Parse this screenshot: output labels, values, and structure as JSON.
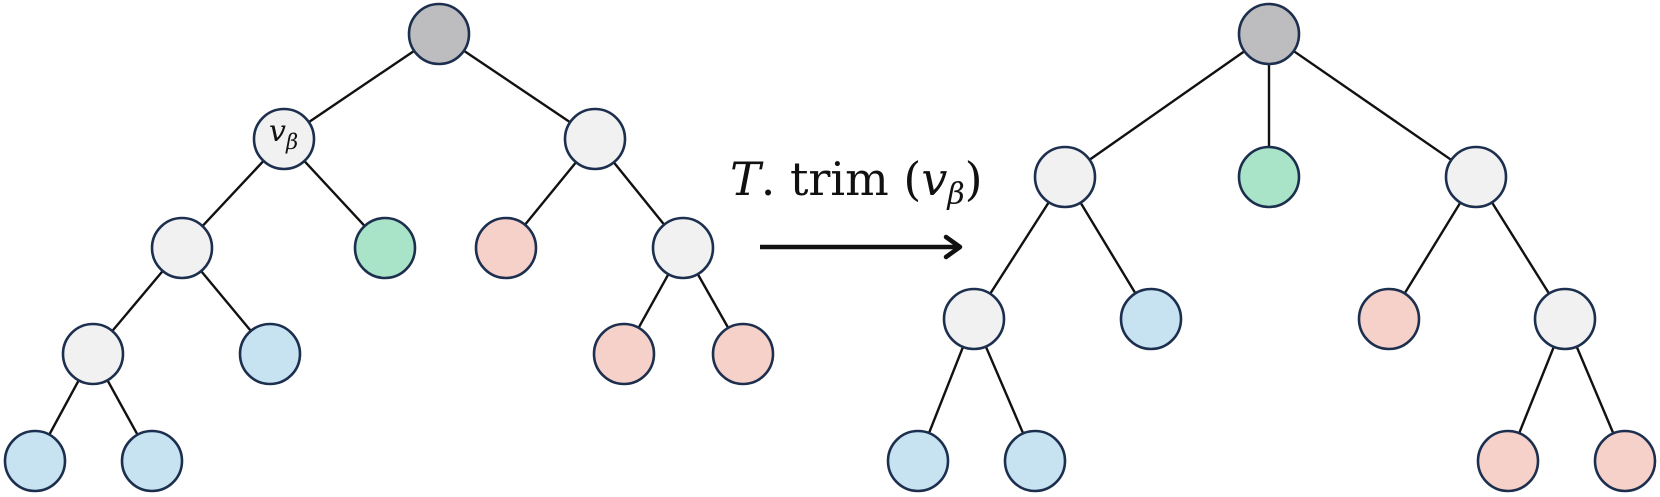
{
  "colors": {
    "root": "#bdbdbf",
    "internal": "#f1f1f1",
    "leaf_blue": "#c7e3f2",
    "leaf_green": "#a9e4c8",
    "leaf_red": "#f5d1ca"
  },
  "before_tree": {
    "node_label": {
      "main": "v",
      "sub": "β"
    },
    "nodes": [
      {
        "id": "root",
        "kind": "root"
      },
      {
        "id": "vb",
        "kind": "internal",
        "labeled": true
      },
      {
        "id": "r",
        "kind": "internal"
      },
      {
        "id": "a",
        "kind": "internal"
      },
      {
        "id": "g1",
        "kind": "leaf_green"
      },
      {
        "id": "rl",
        "kind": "leaf_red"
      },
      {
        "id": "rr",
        "kind": "internal"
      },
      {
        "id": "a1",
        "kind": "internal"
      },
      {
        "id": "b1",
        "kind": "leaf_blue"
      },
      {
        "id": "rr1",
        "kind": "leaf_red"
      },
      {
        "id": "rr2",
        "kind": "leaf_red"
      },
      {
        "id": "b2",
        "kind": "leaf_blue"
      },
      {
        "id": "b3",
        "kind": "leaf_blue"
      }
    ],
    "edges": [
      [
        "root",
        "vb"
      ],
      [
        "root",
        "r"
      ],
      [
        "vb",
        "a"
      ],
      [
        "vb",
        "g1"
      ],
      [
        "r",
        "rl"
      ],
      [
        "r",
        "rr"
      ],
      [
        "a",
        "a1"
      ],
      [
        "a",
        "b1"
      ],
      [
        "rr",
        "rr1"
      ],
      [
        "rr",
        "rr2"
      ],
      [
        "a1",
        "b2"
      ],
      [
        "a1",
        "b3"
      ]
    ]
  },
  "operation": {
    "object": "T",
    "separator": ". ",
    "method": "trim",
    "open_paren": " (",
    "arg_main": "v",
    "arg_sub": "β",
    "close_paren": ")"
  },
  "after_tree": {
    "nodes": [
      {
        "id": "root",
        "kind": "root"
      },
      {
        "id": "a",
        "kind": "internal"
      },
      {
        "id": "g1",
        "kind": "leaf_green"
      },
      {
        "id": "r",
        "kind": "internal"
      },
      {
        "id": "a1",
        "kind": "internal"
      },
      {
        "id": "b1",
        "kind": "leaf_blue"
      },
      {
        "id": "rl",
        "kind": "leaf_red"
      },
      {
        "id": "rr",
        "kind": "internal"
      },
      {
        "id": "b2",
        "kind": "leaf_blue"
      },
      {
        "id": "b3",
        "kind": "leaf_blue"
      },
      {
        "id": "rr1",
        "kind": "leaf_red"
      },
      {
        "id": "rr2",
        "kind": "leaf_red"
      }
    ],
    "edges": [
      [
        "root",
        "a"
      ],
      [
        "root",
        "g1"
      ],
      [
        "root",
        "r"
      ],
      [
        "a",
        "a1"
      ],
      [
        "a",
        "b1"
      ],
      [
        "r",
        "rl"
      ],
      [
        "r",
        "rr"
      ],
      [
        "a1",
        "b2"
      ],
      [
        "a1",
        "b3"
      ],
      [
        "rr",
        "rr1"
      ],
      [
        "rr",
        "rr2"
      ]
    ]
  }
}
